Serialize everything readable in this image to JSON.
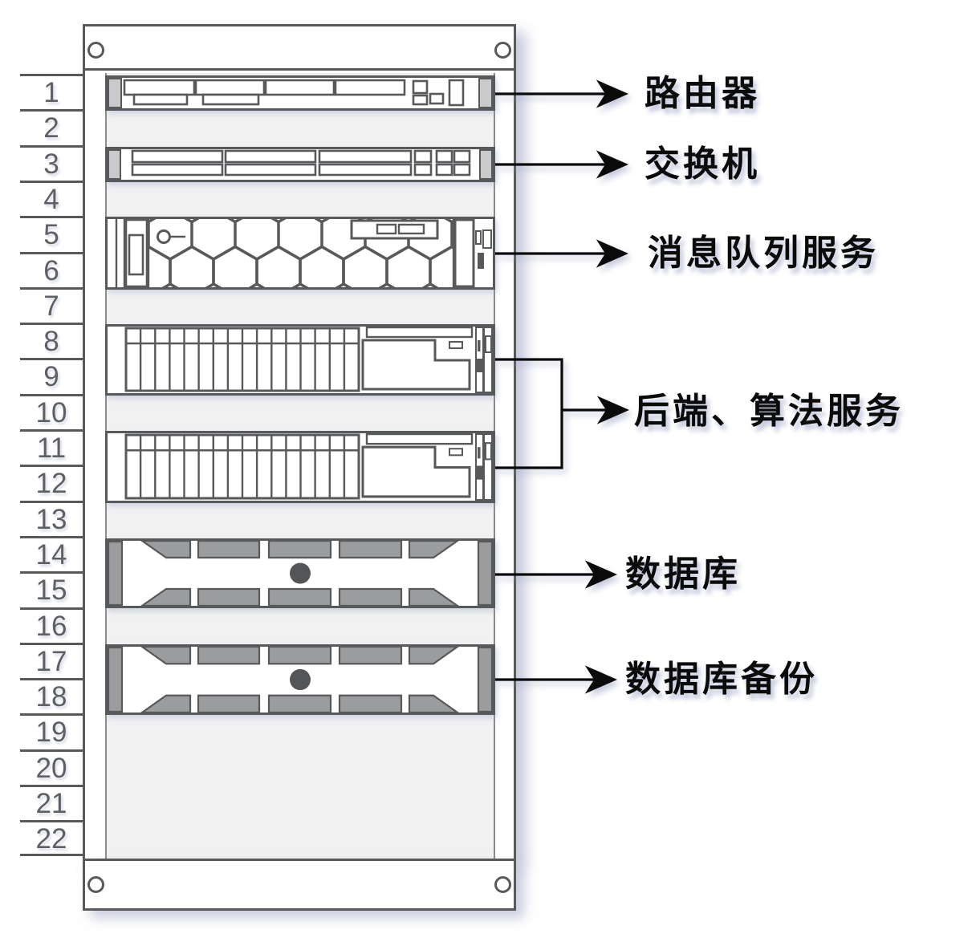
{
  "diagram": "server-rack-elevation",
  "colors": {
    "stroke": "#58595b",
    "end_cap": "#c9cacc",
    "rack_interior": "#f1f1f2",
    "vent_gray": "#9b9c9e",
    "dark_knob": "#545557",
    "arrow": "#0b0b0c"
  },
  "rack": {
    "slot_numbers": [
      "1",
      "2",
      "3",
      "4",
      "5",
      "6",
      "7",
      "8",
      "9",
      "10",
      "11",
      "12",
      "13",
      "14",
      "15",
      "16",
      "17",
      "18",
      "19",
      "20",
      "21",
      "22"
    ]
  },
  "equipment": [
    {
      "id": "router",
      "slots": "1",
      "annotation": "路由器"
    },
    {
      "id": "switch",
      "slots": "3",
      "annotation": "交换机"
    },
    {
      "id": "mq-server",
      "slots": "5-6",
      "annotation": "消息队列服务"
    },
    {
      "id": "backend-server-1",
      "slots": "8-9",
      "annotation": "后端、算法服务"
    },
    {
      "id": "backend-server-2",
      "slots": "11-12",
      "annotation": "后端、算法服务"
    },
    {
      "id": "database",
      "slots": "14-15",
      "annotation": "数据库"
    },
    {
      "id": "database-backup",
      "slots": "17-18",
      "annotation": "数据库备份"
    }
  ],
  "annotations": {
    "router": "路由器",
    "switch": "交换机",
    "mq": "消息队列服务",
    "backend": "后端、算法服务",
    "database": "数据库",
    "backup": "数据库备份"
  }
}
